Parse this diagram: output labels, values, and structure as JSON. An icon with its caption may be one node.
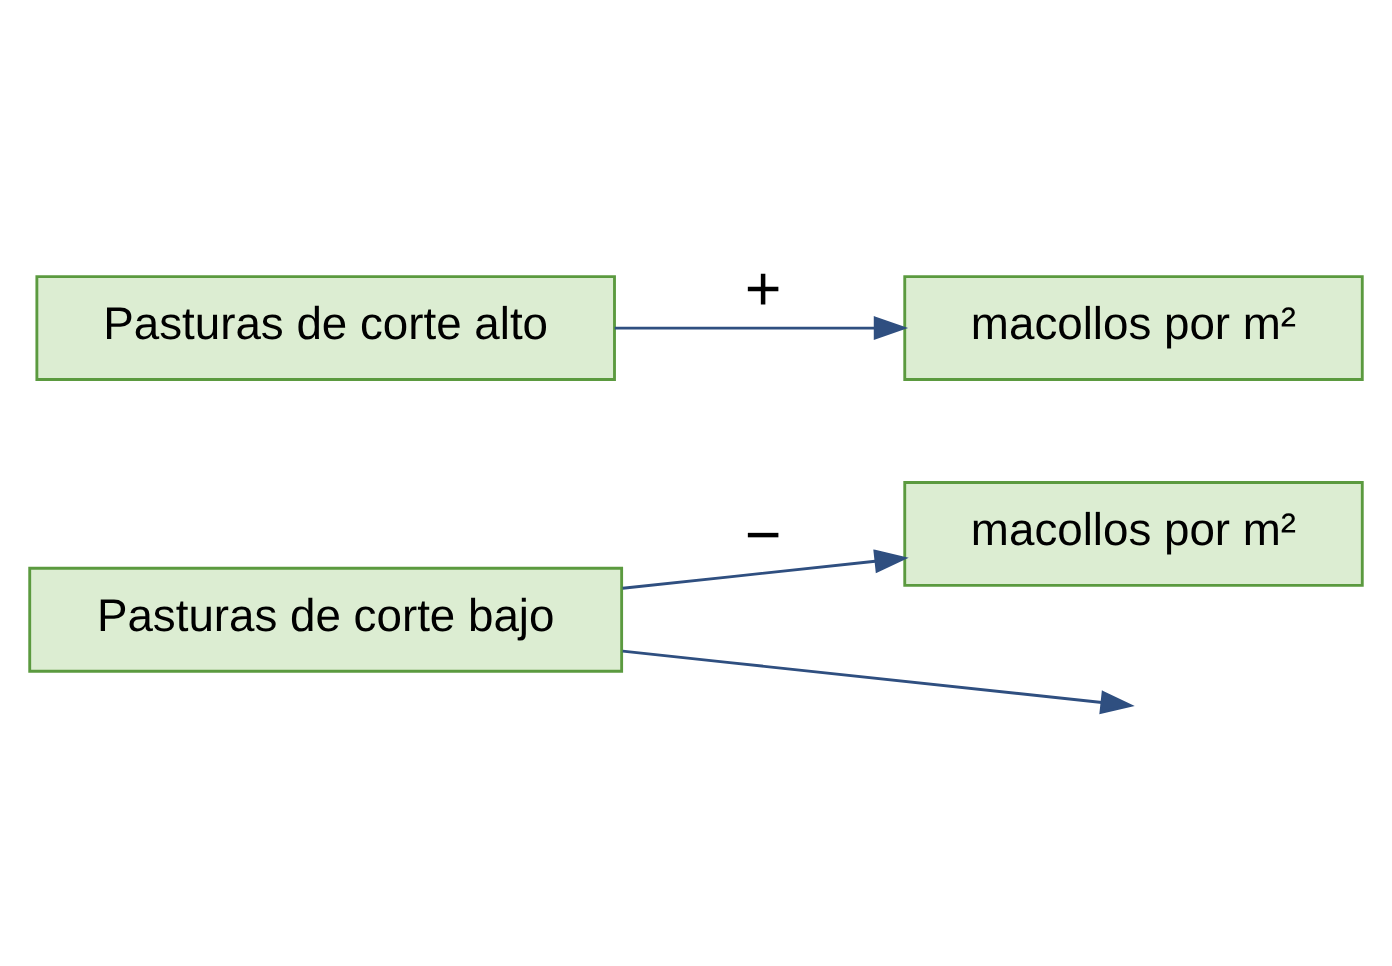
{
  "diagram": {
    "nodes": [
      {
        "text": [
          "Pasturas de corte bajo"
        ]
      },
      {
        "text": [
          "macollos por m²"
        ]
      },
      {
        "text": [
          "Pasturas de corte alto"
        ]
      },
      {
        "text": [
          "macollos por m²"
        ]
      }
    ],
    "edges": [
      {
        "from": 0,
        "to": 1,
        "arrow": "to",
        "label": "−"
      },
      {
        "from": 2,
        "to": 3,
        "arrow": "to",
        "label": "+"
      },
      {
        "from": 0,
        "to": null,
        "arrow": "to"
      }
    ]
  }
}
